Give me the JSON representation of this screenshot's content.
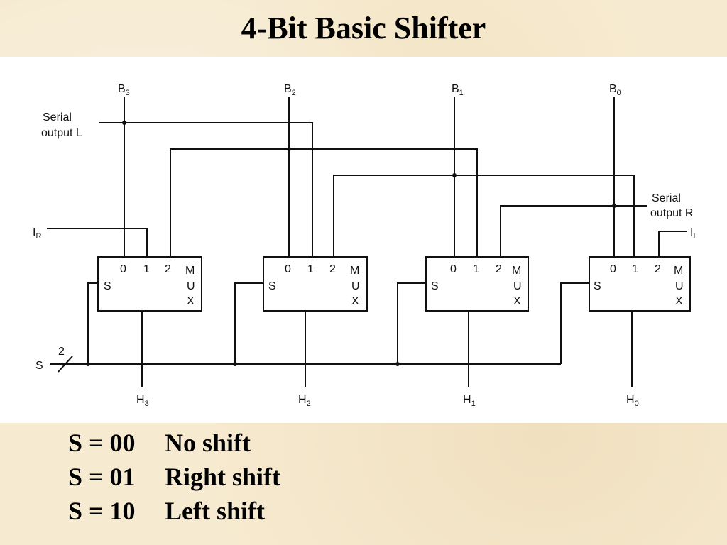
{
  "title": "4-Bit Basic Shifter",
  "diagram": {
    "inputs": [
      {
        "label": "B",
        "sub": "3"
      },
      {
        "label": "B",
        "sub": "2"
      },
      {
        "label": "B",
        "sub": "1"
      },
      {
        "label": "B",
        "sub": "0"
      }
    ],
    "outputs": [
      {
        "label": "H",
        "sub": "3"
      },
      {
        "label": "H",
        "sub": "2"
      },
      {
        "label": "H",
        "sub": "1"
      },
      {
        "label": "H",
        "sub": "0"
      }
    ],
    "serial_output_left": [
      "Serial",
      "output L"
    ],
    "serial_output_right": [
      "Serial",
      "output R"
    ],
    "ir": {
      "label": "I",
      "sub": "R"
    },
    "il": {
      "label": "I",
      "sub": "L"
    },
    "select": {
      "label": "S",
      "width": "2"
    },
    "mux": {
      "sel_label": "S",
      "inputs": [
        "0",
        "1",
        "2"
      ],
      "name": [
        "M",
        "U",
        "X"
      ]
    }
  },
  "legend": [
    {
      "code": "S = 00",
      "desc": "No shift"
    },
    {
      "code": "S = 01",
      "desc": "Right shift"
    },
    {
      "code": "S = 10",
      "desc": "Left shift"
    }
  ]
}
